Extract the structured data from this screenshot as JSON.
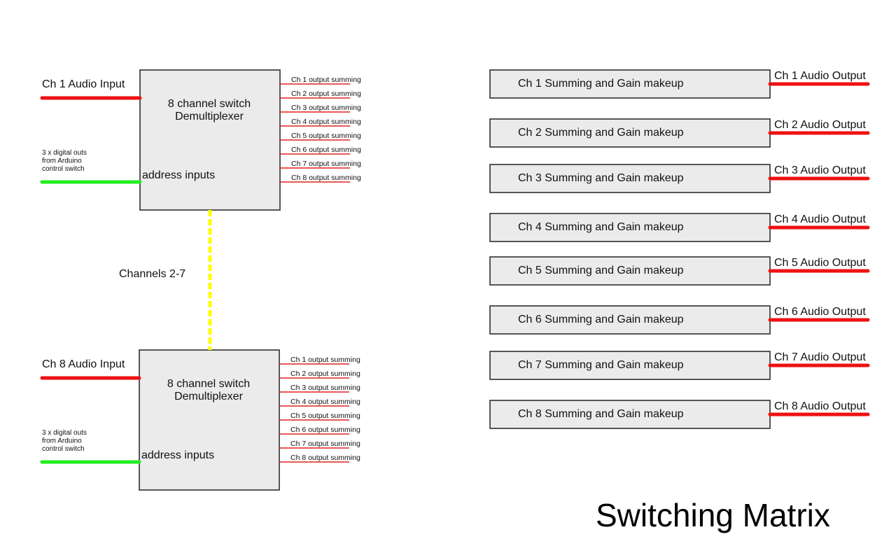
{
  "colors": {
    "audio_wire": "#ee1111",
    "address_wire": "#22ee22",
    "bus_wire": "#ffff00",
    "block_fill": "#ebebeb",
    "block_stroke": "#222222",
    "output_line": "#dd2222"
  },
  "demux_blocks": [
    {
      "input_label": "Ch 1 Audio Input",
      "title_line1": "8 channel switch",
      "title_line2": "Demultiplexer",
      "address_label": "address inputs",
      "digital_label": [
        "3 x digital outs",
        "from Arduino",
        "control switch"
      ],
      "outputs": [
        "Ch 1 output summing",
        "Ch 2 output summing",
        "Ch 3 output summing",
        "Ch 4 output summing",
        "Ch 5 output summing",
        "Ch 6 output summing",
        "Ch 7 output summing",
        "Ch 8 output summing"
      ]
    },
    {
      "input_label": "Ch 8 Audio Input",
      "title_line1": "8 channel switch",
      "title_line2": "Demultiplexer",
      "address_label": "address inputs",
      "digital_label": [
        "3 x digital outs",
        "from Arduino",
        "control switch"
      ],
      "outputs": [
        "Ch 1 output summing",
        "Ch 2 output summing",
        "Ch 3 output summing",
        "Ch 4 output summing",
        "Ch 5 output summing",
        "Ch 6 output summing",
        "Ch 7 output summing",
        "Ch 8 output summing"
      ]
    }
  ],
  "bus_label": "Channels 2-7",
  "summing_blocks": [
    {
      "label": "Ch 1 Summing and Gain makeup",
      "output_label": "Ch 1 Audio Output"
    },
    {
      "label": "Ch 2 Summing and Gain makeup",
      "output_label": "Ch 2 Audio Output"
    },
    {
      "label": "Ch 3 Summing and Gain makeup",
      "output_label": "Ch 3 Audio Output"
    },
    {
      "label": "Ch 4 Summing and Gain makeup",
      "output_label": "Ch 4 Audio Output"
    },
    {
      "label": "Ch 5 Summing and Gain makeup",
      "output_label": "Ch 5 Audio Output"
    },
    {
      "label": "Ch 6 Summing and Gain makeup",
      "output_label": "Ch 6 Audio Output"
    },
    {
      "label": "Ch 7 Summing and Gain makeup",
      "output_label": "Ch 7 Audio Output"
    },
    {
      "label": "Ch 8 Summing and Gain makeup",
      "output_label": "Ch 8 Audio Output"
    }
  ],
  "title": "Switching Matrix"
}
